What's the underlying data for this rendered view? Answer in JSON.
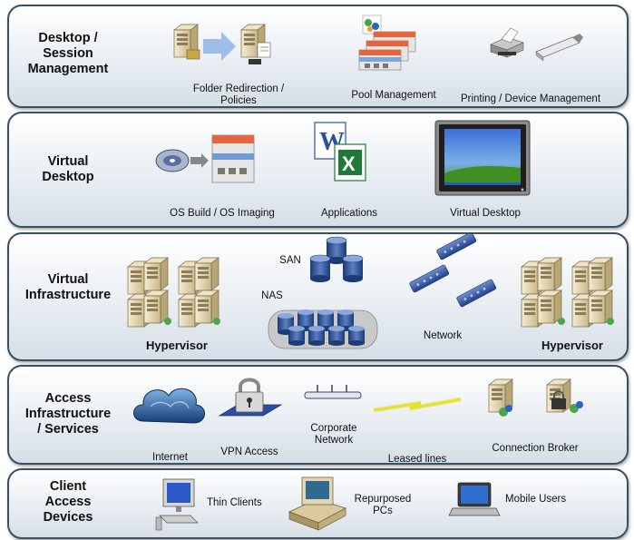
{
  "bands": [
    {
      "title": "Desktop /\nSession\nManagement",
      "items": [
        {
          "label": "Folder Redirection /\nPolicies",
          "icon": "folder-redirection-servers-icon"
        },
        {
          "label": "Pool Management",
          "icon": "pool-management-windows-icon"
        },
        {
          "label": "Printing / Device Management",
          "icon": "printer-usb-icon"
        }
      ]
    },
    {
      "title": "Virtual\nDesktop",
      "items": [
        {
          "label": "OS Build / OS Imaging",
          "icon": "disc-imaging-icon"
        },
        {
          "label": "Applications",
          "icon": "office-apps-icon"
        },
        {
          "label": "Virtual Desktop",
          "icon": "monitor-desktop-icon"
        }
      ]
    },
    {
      "title": "Virtual\nInfrastructure",
      "items": [
        {
          "label": "Hypervisor",
          "icon": "server-rack-icon"
        },
        {
          "label": "SAN",
          "icon": "san-storage-icon"
        },
        {
          "label": "NAS",
          "icon": "nas-storage-icon"
        },
        {
          "label": "Network",
          "icon": "network-switch-icon"
        },
        {
          "label": "Hypervisor",
          "icon": "server-rack-icon"
        }
      ]
    },
    {
      "title": "Access\nInfrastructure\n/ Services",
      "items": [
        {
          "label": "Internet",
          "icon": "cloud-icon"
        },
        {
          "label": "VPN Access",
          "icon": "padlock-icon"
        },
        {
          "label": "Corporate\nNetwork",
          "icon": "network-bus-icon"
        },
        {
          "label": "Leased lines",
          "icon": "lightning-icon"
        },
        {
          "label": "Connection Broker",
          "icon": "broker-servers-icon"
        }
      ]
    },
    {
      "title": "Client\nAccess\nDevices",
      "items": [
        {
          "label": "Thin Clients",
          "icon": "thin-client-icon"
        },
        {
          "label": "Repurposed\nPCs",
          "icon": "desktop-pc-icon"
        },
        {
          "label": "Mobile Users",
          "icon": "laptop-icon"
        }
      ]
    }
  ]
}
